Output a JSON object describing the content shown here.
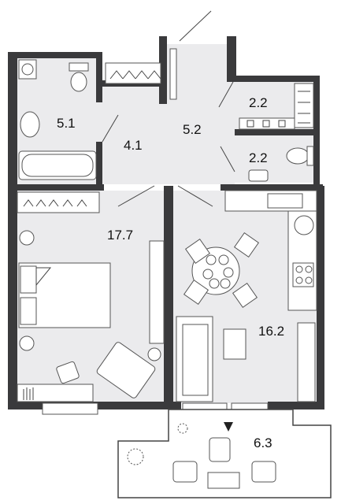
{
  "rooms": {
    "bathroom": {
      "area": "5.1"
    },
    "hall": {
      "area": "4.1"
    },
    "corridor": {
      "area": "5.2"
    },
    "wardrobe": {
      "area": "2.2"
    },
    "wc": {
      "area": "2.2"
    },
    "bedroom": {
      "area": "17.7"
    },
    "kitchen_living": {
      "area": "16.2"
    },
    "balcony": {
      "area": "6.3"
    }
  },
  "colors": {
    "wall": "#3a3a3c",
    "floor": "#ebebed",
    "furniture": "#ffffff",
    "stroke": "#555555"
  }
}
